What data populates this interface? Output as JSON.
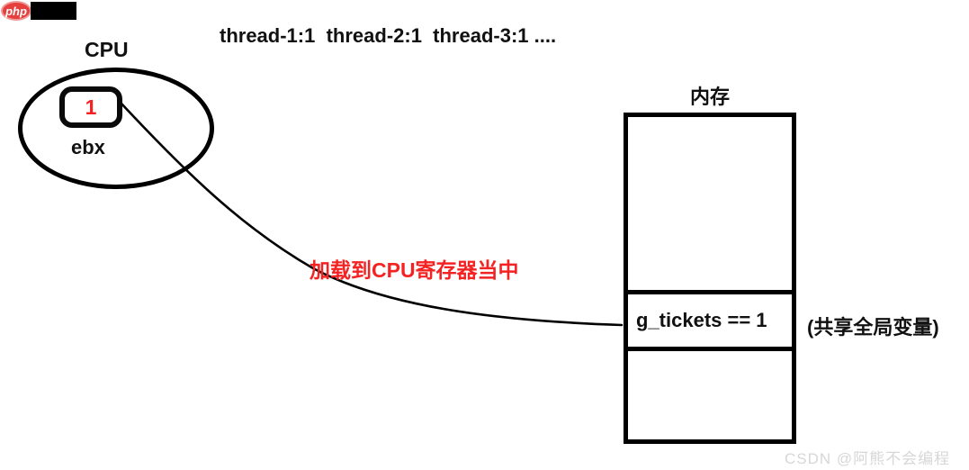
{
  "branding": {
    "logo_text": "php",
    "logo_bg": "#e5403d"
  },
  "header": {
    "thread_status": "thread-1:1  thread-2:1  thread-3:1 ...."
  },
  "cpu": {
    "label": "CPU",
    "register_value": "1",
    "register_name": "ebx"
  },
  "annotation": {
    "load_text": "加载到CPU寄存器当中",
    "color": "#f42323"
  },
  "memory": {
    "label": "内存",
    "cell_value": "g_tickets == 1",
    "cell_note": "(共享全局变量)"
  },
  "watermark": {
    "text": "CSDN @阿熊不会编程",
    "color": "#d7d7d7"
  },
  "colors": {
    "stroke": "#000000",
    "accent_red": "#f42323",
    "background": "#ffffff"
  }
}
